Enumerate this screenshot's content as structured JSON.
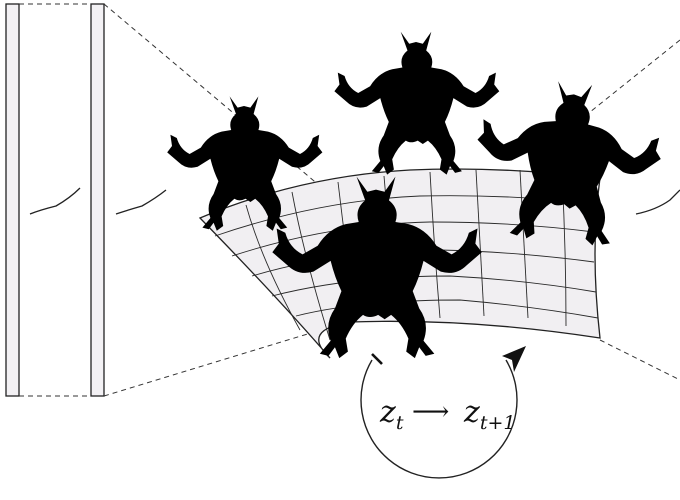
{
  "equation": {
    "lhs_base": "z",
    "lhs_sub": "t",
    "arrow": "⟶",
    "rhs_base": "z",
    "rhs_sub": "t+1"
  },
  "colors": {
    "model": "#4f8fc9",
    "manifold": "#f1eff2",
    "lines": "#222222"
  },
  "icons": [
    "armadillo-model",
    "cycle-arrow-icon"
  ]
}
